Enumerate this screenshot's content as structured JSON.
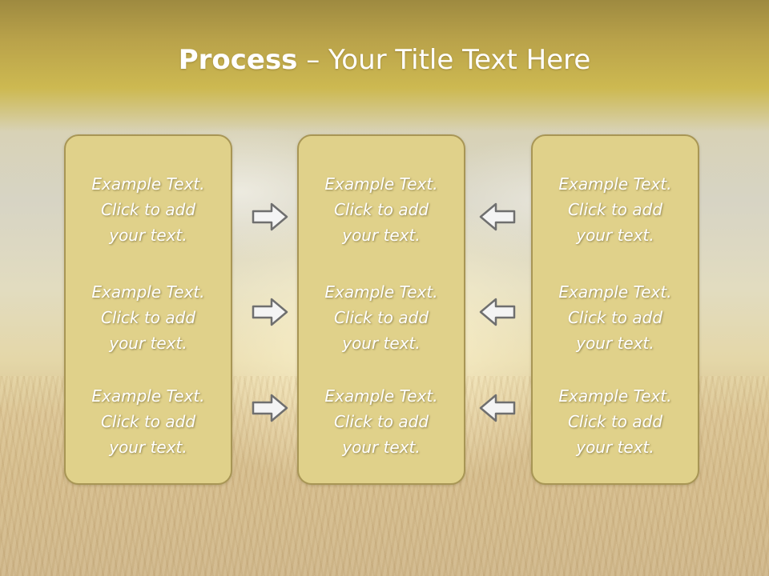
{
  "title": {
    "bold": "Process",
    "rest": " – Your Title Text Here"
  },
  "columns": [
    {
      "items": [
        {
          "line1": "Example Text.",
          "line2": "Click  to add",
          "line3": "your text."
        },
        {
          "line1": "Example Text.",
          "line2": "Click  to add",
          "line3": "your text."
        },
        {
          "line1": "Example Text.",
          "line2": "Click  to add",
          "line3": "your text."
        }
      ]
    },
    {
      "items": [
        {
          "line1": "Example Text.",
          "line2": "Click  to add",
          "line3": "your text."
        },
        {
          "line1": "Example Text.",
          "line2": "Click  to add",
          "line3": "your text."
        },
        {
          "line1": "Example Text.",
          "line2": "Click  to add",
          "line3": "your text."
        }
      ]
    },
    {
      "items": [
        {
          "line1": "Example Text.",
          "line2": "Click  to add",
          "line3": "your text."
        },
        {
          "line1": "Example Text.",
          "line2": "Click  to add",
          "line3": "your text."
        },
        {
          "line1": "Example Text.",
          "line2": "Click  to add",
          "line3": "your text."
        }
      ]
    }
  ],
  "arrows": {
    "left_to_center": {
      "icon": "arrow-right-icon",
      "count": 3
    },
    "right_to_center": {
      "icon": "arrow-left-icon",
      "count": 3
    }
  },
  "colors": {
    "box_fill": "#e0d18a",
    "box_border": "#a89655",
    "title_band": "#c5b04e",
    "text": "#ffffff",
    "arrow_fill": "#f4f4f4",
    "arrow_stroke": "#6f6f6f"
  }
}
